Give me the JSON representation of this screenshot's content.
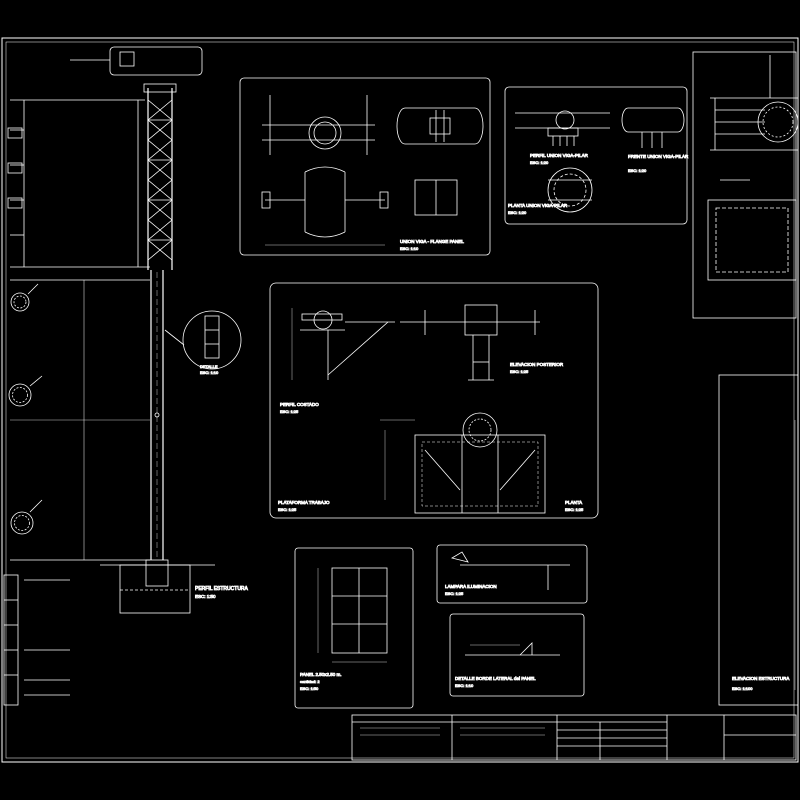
{
  "sheet": {
    "background": "#000000",
    "line_color": "#ffffff",
    "accent_color": "#ffffff"
  },
  "views": {
    "union_viga_panel": {
      "title": "UNION VIGA - FLANGE PANEL",
      "scale": "ESC: 1:10"
    },
    "perfil_union": {
      "title": "PERFIL UNION VIGA-PILAR",
      "scale": "ESC: 1:20"
    },
    "frente_union": {
      "title": "FRENTE UNION VIGA-PILAR",
      "scale": "ESC: 1:20"
    },
    "planta_union": {
      "title": "PLANTA UNION VIGA-PILAR",
      "scale": "ESC: 1:20"
    },
    "elevacion_posterior": {
      "title": "ELEVACION POSTERIOR",
      "scale": "ESC: 1:25"
    },
    "perfil_costado": {
      "title": "PERFIL COSTADO",
      "scale": "ESC: 1:25"
    },
    "plataforma_trabajo": {
      "title": "PLATAFORMA TRABAJO",
      "scale": "ESC: 1:25"
    },
    "planta": {
      "title": "PLANTA",
      "scale": "ESC: 1:25"
    },
    "detalle_base": {
      "title": "DETALLE",
      "scale": "ESC: 1:10"
    },
    "perfil_estructura": {
      "title": "PERFIL ESTRUCTURA",
      "scale": "ESC: 1:50"
    },
    "panel": {
      "title": "PANEL 2.50x2.50 m.",
      "subtitle": "cantidad: 2",
      "scale": "ESC: 1:50"
    },
    "lampara": {
      "title": "LAMPARA ILUMINACION",
      "scale": "ESC: 1:25"
    },
    "detalle_borde": {
      "title": "DETALLE BORDE LATERAL del PANEL",
      "scale": "ESC: 1:10"
    },
    "elevacion_estructura": {
      "title": "ELEVACION ESTRUCTURA",
      "scale": "ESC: 1:100"
    }
  }
}
